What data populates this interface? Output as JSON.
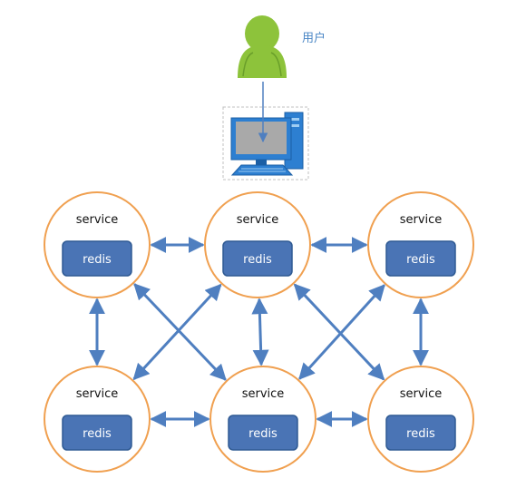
{
  "user": {
    "label": "用户",
    "icon": "user-icon"
  },
  "computer": {
    "icon": "computer-icon"
  },
  "colors": {
    "node_ring": "#f0a050",
    "redis_fill": "#4a74b5",
    "redis_stroke": "#2f5a93",
    "arrow": "#4f7fc0",
    "user_body": "#8dc33b",
    "user_label": "#4a86c5"
  },
  "nodes": [
    {
      "id": "n1",
      "service": "service",
      "redis": "redis"
    },
    {
      "id": "n2",
      "service": "service",
      "redis": "redis"
    },
    {
      "id": "n3",
      "service": "service",
      "redis": "redis"
    },
    {
      "id": "n4",
      "service": "service",
      "redis": "redis"
    },
    {
      "id": "n5",
      "service": "service",
      "redis": "redis"
    },
    {
      "id": "n6",
      "service": "service",
      "redis": "redis"
    }
  ],
  "edges": [
    {
      "from": "n1",
      "to": "n2"
    },
    {
      "from": "n2",
      "to": "n3"
    },
    {
      "from": "n4",
      "to": "n5"
    },
    {
      "from": "n5",
      "to": "n6"
    },
    {
      "from": "n1",
      "to": "n4"
    },
    {
      "from": "n3",
      "to": "n6"
    },
    {
      "from": "n1",
      "to": "n5"
    },
    {
      "from": "n2",
      "to": "n4"
    },
    {
      "from": "n2",
      "to": "n5"
    },
    {
      "from": "n2",
      "to": "n6"
    },
    {
      "from": "n3",
      "to": "n5"
    }
  ]
}
